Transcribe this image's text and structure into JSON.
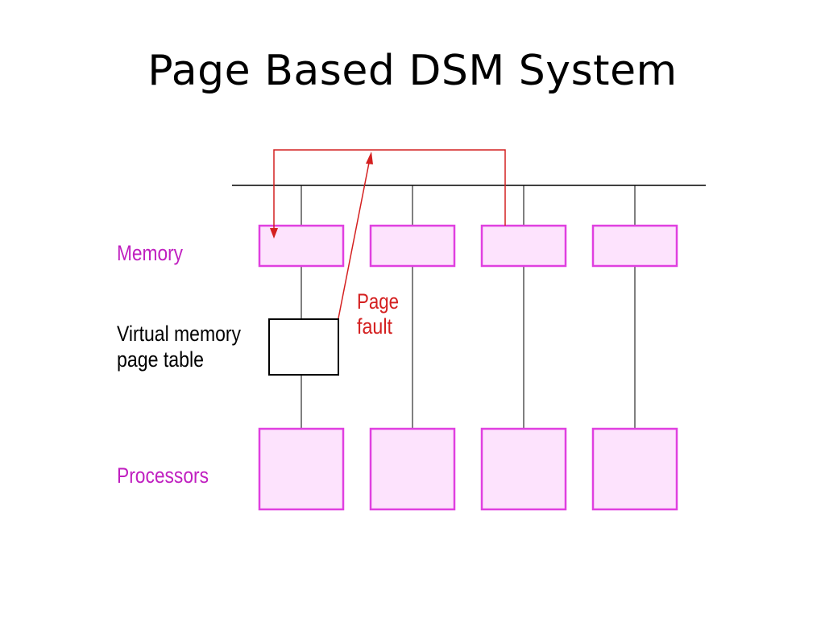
{
  "title": "Page Based DSM System",
  "labels": {
    "memory": "Memory",
    "vm_line1": "Virtual memory",
    "vm_line2": "page table",
    "processors": "Processors",
    "fault_line1": "Page",
    "fault_line2": "fault"
  },
  "colors": {
    "box_stroke": "#e040e0",
    "box_fill": "#fde3fd",
    "label_pink": "#c020c0",
    "arrow_red": "#d42020",
    "line": "#000000"
  }
}
